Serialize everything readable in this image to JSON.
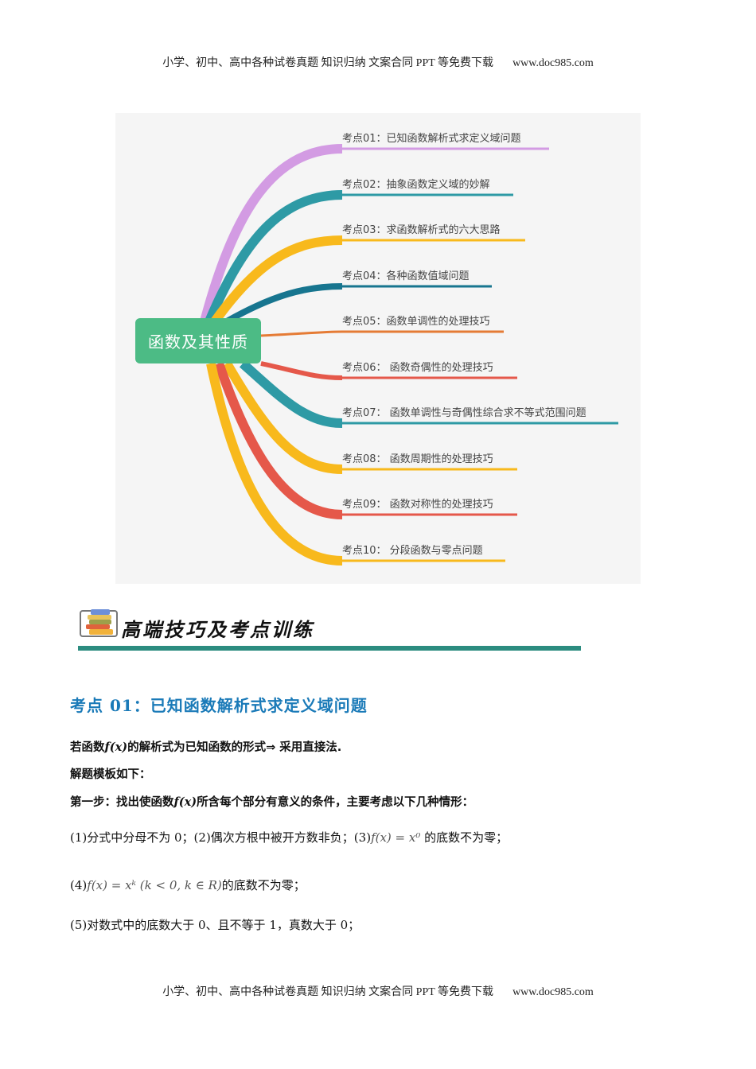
{
  "header": {
    "text": "小学、初中、高中各种试卷真题  知识归纳  文案合同  PPT 等免费下载",
    "url": "www.doc985.com"
  },
  "mindmap": {
    "root": "函数及其性质",
    "branches": [
      {
        "label": "考点01：已知函数解析式求定义域问题",
        "color": "#d39be3"
      },
      {
        "label": "考点02：抽象函数定义域的妙解",
        "color": "#2e9aa5"
      },
      {
        "label": "考点03：求函数解析式的六大思路",
        "color": "#f8b91c"
      },
      {
        "label": "考点04：各种函数值域问题",
        "color": "#17758f"
      },
      {
        "label": "考点05：函数单调性的处理技巧",
        "color": "#e57b35"
      },
      {
        "label": "考点06：  函数奇偶性的处理技巧",
        "color": "#e5584a"
      },
      {
        "label": "考点07：  函数单调性与奇偶性综合求不等式范围问题",
        "color": "#2e9aa5"
      },
      {
        "label": "考点08：  函数周期性的处理技巧",
        "color": "#f8b91c"
      },
      {
        "label": "考点09：  函数对称性的处理技巧",
        "color": "#e5584a"
      },
      {
        "label": "考点10：  分段函数与零点问题",
        "color": "#f8b91c"
      }
    ]
  },
  "banner": {
    "title": "高端技巧及考点训练",
    "bar_color": "#2c8c80"
  },
  "section": {
    "title": "考点 01：已知函数解析式求定义域问题",
    "title_color": "#1a7ab8",
    "p1_a": "若函数",
    "p1_fx": "f(x)",
    "p1_b": "的解析式为已知函数的形式⇒ 采用直接法.",
    "p2": "解题模板如下：",
    "p3_a": "第一步：找出使函数",
    "p3_fx": "f(x)",
    "p3_b": "所含每个部分有意义的条件，主要考虑以下几种情形：",
    "c1": "(1)分式中分母不为 0；(2)偶次方根中被开方数非负；(3)",
    "c1_math": "f(x) = x⁰",
    "c1_end": "的底数不为零；",
    "c4": "(4)",
    "c4_math": "f(x) = xᵏ (k < 0, k ∈ R)",
    "c4_end": "的底数不为零；",
    "c5": "(5)对数式中的底数大于 0、且不等于 1，真数大于 0；"
  },
  "footer": {
    "text": "小学、初中、高中各种试卷真题  知识归纳  文案合同  PPT 等免费下载",
    "url": "www.doc985.com"
  }
}
